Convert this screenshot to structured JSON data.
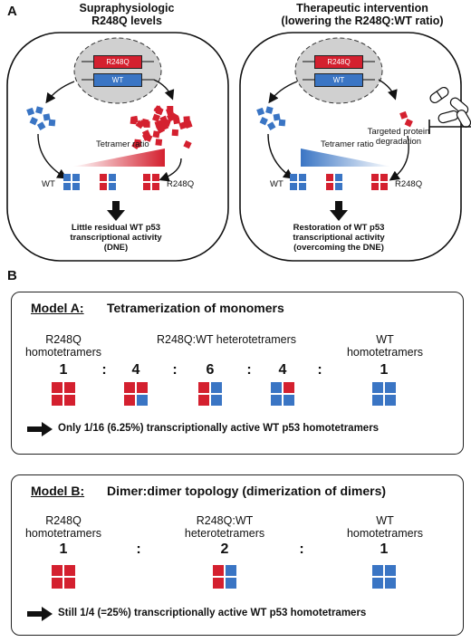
{
  "panel_a": {
    "letter": "A",
    "left": {
      "title_line1": "Supraphysiologic",
      "title_line2": "R248Q levels",
      "mut_gene": "R248Q",
      "wt_gene": "WT",
      "ratio_label": "Tetramer ratio",
      "wt_label": "WT",
      "mut_label": "R248Q",
      "result_line1": "Little residual WT p53",
      "result_line2": "transcriptional activity",
      "result_line3": "(DNE)"
    },
    "right": {
      "title_line1": "Therapeutic intervention",
      "title_line2": "(lowering the R248Q:WT ratio)",
      "mut_gene": "R248Q",
      "wt_gene": "WT",
      "degradation_line1": "Targeted protein",
      "degradation_line2": "degradation",
      "ratio_label": "Tetramer ratio",
      "wt_label": "WT",
      "mut_label": "R248Q",
      "result_line1": "Restoration of WT p53",
      "result_line2": "transcriptional activity",
      "result_line3": "(overcoming the DNE)"
    }
  },
  "panel_b": {
    "letter": "B",
    "model_a": {
      "name": "Model A:",
      "title": "Tetramerization of monomers",
      "header_left_1": "R248Q",
      "header_left_2": "homotetramers",
      "header_mid": "R248Q:WT heterotetramers",
      "header_right_1": "WT",
      "header_right_2": "homotetramers",
      "ratios": [
        "1",
        "4",
        "6",
        "4",
        "1"
      ],
      "separator": ":",
      "conclusion": "Only 1/16 (6.25%) transcriptionally active WT p53 homotetramers"
    },
    "model_b": {
      "name": "Model B:",
      "title": "Dimer:dimer topology (dimerization of dimers)",
      "header_left_1": "R248Q",
      "header_left_2": "homotetramers",
      "header_mid_1": "R248Q:WT",
      "header_mid_2": "heterotetramers",
      "header_right_1": "WT",
      "header_right_2": "homotetramers",
      "ratios": [
        "1",
        "2",
        "1"
      ],
      "separator": ":",
      "conclusion": "Still 1/4 (=25%) transcriptionally active WT p53 homotetramers"
    }
  },
  "colors": {
    "mutant": "#d4202f",
    "wildtype": "#3a75c4",
    "nucleus": "#d0d0d0"
  }
}
